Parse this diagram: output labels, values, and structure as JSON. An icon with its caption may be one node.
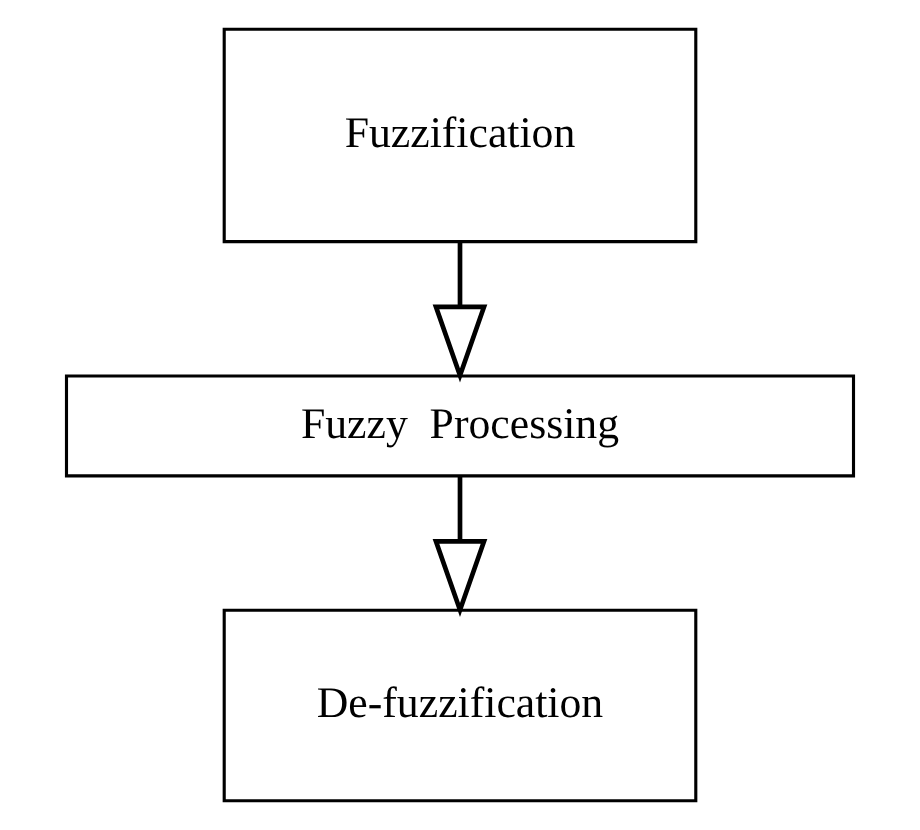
{
  "diagram": {
    "nodes": [
      {
        "text": [
          "Fuzzification"
        ]
      },
      {
        "text": [
          "Fuzzy  Processing"
        ]
      },
      {
        "text": [
          "De-fuzzification"
        ]
      }
    ],
    "edges": [
      {
        "from": 0,
        "to": 1,
        "arrow": "to"
      },
      {
        "from": 1,
        "to": 2,
        "arrow": "to"
      }
    ]
  }
}
